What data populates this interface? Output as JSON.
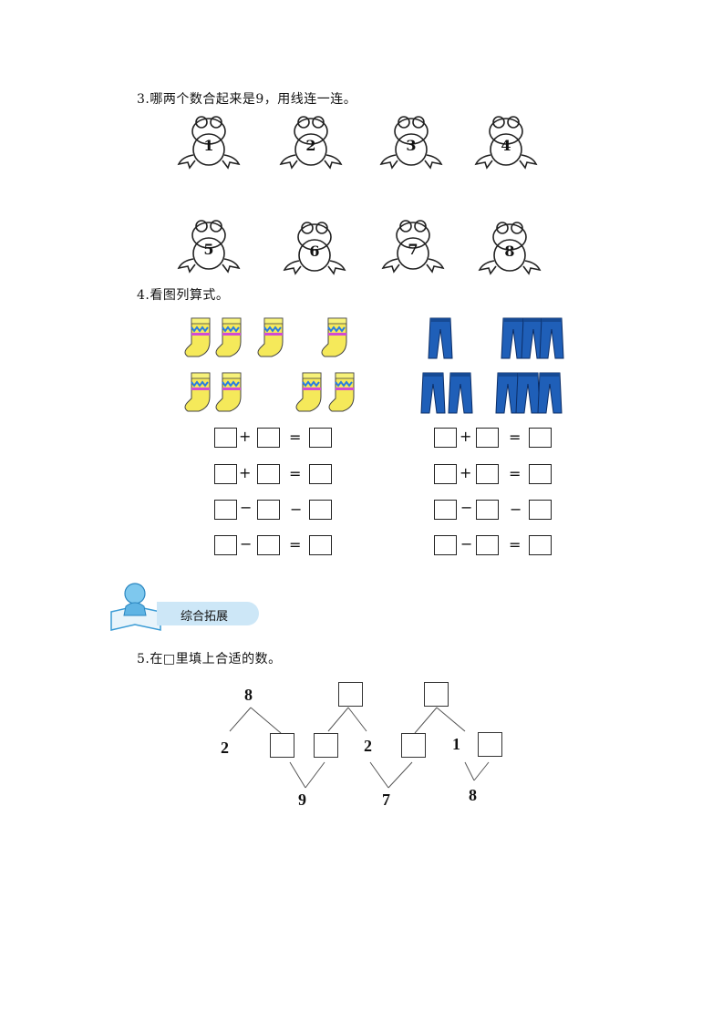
{
  "q3": {
    "title": "3.哪两个数合起来是9，用线连一连。",
    "frogs_top": [
      "1",
      "2",
      "3",
      "4"
    ],
    "frogs_bottom": [
      "5",
      "6",
      "7",
      "8"
    ]
  },
  "q4": {
    "title": "4.看图列算式。",
    "eq_left": [
      {
        "op": "+",
        "eq": "="
      },
      {
        "op": "+",
        "eq": "="
      },
      {
        "op": "−",
        "eq": "−"
      },
      {
        "op": "−",
        "eq": "="
      }
    ],
    "eq_right": [
      {
        "op": "+",
        "eq": "="
      },
      {
        "op": "+",
        "eq": "="
      },
      {
        "op": "−",
        "eq": "−"
      },
      {
        "op": "−",
        "eq": "="
      }
    ]
  },
  "section": {
    "label": "综合拓展"
  },
  "q5": {
    "title": "5.在□里填上合适的数。",
    "tree1": {
      "top": "8",
      "left": "2",
      "bottom": "9"
    },
    "tree2": {
      "mid_left": "2",
      "bottom": "7"
    },
    "tree3": {
      "left": "1",
      "bottom": "8"
    }
  }
}
